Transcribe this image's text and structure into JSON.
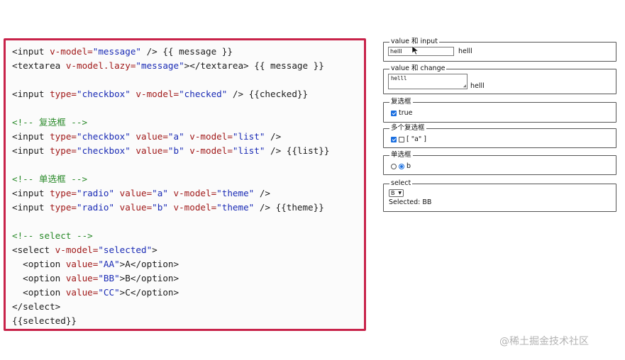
{
  "code": {
    "lines": [
      [
        {
          "c": "tag",
          "t": "<input "
        },
        {
          "c": "attr",
          "t": "v-model="
        },
        {
          "c": "val",
          "t": "\"message\""
        },
        {
          "c": "tag",
          "t": " />"
        },
        {
          "c": "text",
          "t": " {{ message }}"
        }
      ],
      [
        {
          "c": "tag",
          "t": "<textarea "
        },
        {
          "c": "attr",
          "t": "v-model.lazy="
        },
        {
          "c": "val",
          "t": "\"message\""
        },
        {
          "c": "tag",
          "t": "></textarea>"
        },
        {
          "c": "text",
          "t": " {{ message }}"
        }
      ],
      [],
      [
        {
          "c": "tag",
          "t": "<input "
        },
        {
          "c": "attr",
          "t": "type="
        },
        {
          "c": "val",
          "t": "\"checkbox\""
        },
        {
          "c": "attr",
          "t": " v-model="
        },
        {
          "c": "val",
          "t": "\"checked\""
        },
        {
          "c": "tag",
          "t": " />"
        },
        {
          "c": "text",
          "t": " {{checked}}"
        }
      ],
      [],
      [
        {
          "c": "comment",
          "t": "<!-- 复选框 -->"
        }
      ],
      [
        {
          "c": "tag",
          "t": "<input "
        },
        {
          "c": "attr",
          "t": "type="
        },
        {
          "c": "val",
          "t": "\"checkbox\""
        },
        {
          "c": "attr",
          "t": " value="
        },
        {
          "c": "val",
          "t": "\"a\""
        },
        {
          "c": "attr",
          "t": " v-model="
        },
        {
          "c": "val",
          "t": "\"list\""
        },
        {
          "c": "tag",
          "t": " />"
        }
      ],
      [
        {
          "c": "tag",
          "t": "<input "
        },
        {
          "c": "attr",
          "t": "type="
        },
        {
          "c": "val",
          "t": "\"checkbox\""
        },
        {
          "c": "attr",
          "t": " value="
        },
        {
          "c": "val",
          "t": "\"b\""
        },
        {
          "c": "attr",
          "t": " v-model="
        },
        {
          "c": "val",
          "t": "\"list\""
        },
        {
          "c": "tag",
          "t": " />"
        },
        {
          "c": "text",
          "t": " {{list}}"
        }
      ],
      [],
      [
        {
          "c": "comment",
          "t": "<!-- 单选框 -->"
        }
      ],
      [
        {
          "c": "tag",
          "t": "<input "
        },
        {
          "c": "attr",
          "t": "type="
        },
        {
          "c": "val",
          "t": "\"radio\""
        },
        {
          "c": "attr",
          "t": " value="
        },
        {
          "c": "val",
          "t": "\"a\""
        },
        {
          "c": "attr",
          "t": " v-model="
        },
        {
          "c": "val",
          "t": "\"theme\""
        },
        {
          "c": "tag",
          "t": " />"
        }
      ],
      [
        {
          "c": "tag",
          "t": "<input "
        },
        {
          "c": "attr",
          "t": "type="
        },
        {
          "c": "val",
          "t": "\"radio\""
        },
        {
          "c": "attr",
          "t": " value="
        },
        {
          "c": "val",
          "t": "\"b\""
        },
        {
          "c": "attr",
          "t": " v-model="
        },
        {
          "c": "val",
          "t": "\"theme\""
        },
        {
          "c": "tag",
          "t": " />"
        },
        {
          "c": "text",
          "t": " {{theme}}"
        }
      ],
      [],
      [
        {
          "c": "comment",
          "t": "<!-- select -->"
        }
      ],
      [
        {
          "c": "tag",
          "t": "<select "
        },
        {
          "c": "attr",
          "t": "v-model="
        },
        {
          "c": "val",
          "t": "\"selected\""
        },
        {
          "c": "tag",
          "t": ">"
        }
      ],
      [
        {
          "c": "tag",
          "t": "  <option "
        },
        {
          "c": "attr",
          "t": "value="
        },
        {
          "c": "val",
          "t": "\"AA\""
        },
        {
          "c": "tag",
          "t": ">"
        },
        {
          "c": "text",
          "t": "A"
        },
        {
          "c": "tag",
          "t": "</option>"
        }
      ],
      [
        {
          "c": "tag",
          "t": "  <option "
        },
        {
          "c": "attr",
          "t": "value="
        },
        {
          "c": "val",
          "t": "\"BB\""
        },
        {
          "c": "tag",
          "t": ">"
        },
        {
          "c": "text",
          "t": "B"
        },
        {
          "c": "tag",
          "t": "</option>"
        }
      ],
      [
        {
          "c": "tag",
          "t": "  <option "
        },
        {
          "c": "attr",
          "t": "value="
        },
        {
          "c": "val",
          "t": "\"CC\""
        },
        {
          "c": "tag",
          "t": ">"
        },
        {
          "c": "text",
          "t": "C"
        },
        {
          "c": "tag",
          "t": "</option>"
        }
      ],
      [
        {
          "c": "tag",
          "t": "</select>"
        }
      ],
      [
        {
          "c": "text",
          "t": "{{selected}}"
        }
      ]
    ]
  },
  "demos": {
    "input": {
      "legend": "value 和 input",
      "value": "helll",
      "echo": "helll"
    },
    "change": {
      "legend": "value 和 change",
      "value": "helll",
      "echo": "helll"
    },
    "checkbox": {
      "legend": "复选框",
      "checked": true,
      "echo": "true"
    },
    "list": {
      "legend": "多个复选框",
      "a_checked": true,
      "b_checked": false,
      "echo": "[ \"a\" ]"
    },
    "radio": {
      "legend": "单选框",
      "a_checked": false,
      "b_checked": true,
      "echo": "b"
    },
    "select": {
      "legend": "select",
      "selected_label": "B",
      "output": "Selected: BB"
    }
  },
  "icons": {
    "cursor": "mouse-pointer-icon",
    "chevron": "chevron-down-icon"
  },
  "colors": {
    "frame": "#c8234a",
    "accent": "#1b6fe0",
    "comment": "#2a8a2a",
    "string": "#1a2bb5",
    "attr": "#a11a1a"
  },
  "watermark": "@稀土掘金技术社区"
}
